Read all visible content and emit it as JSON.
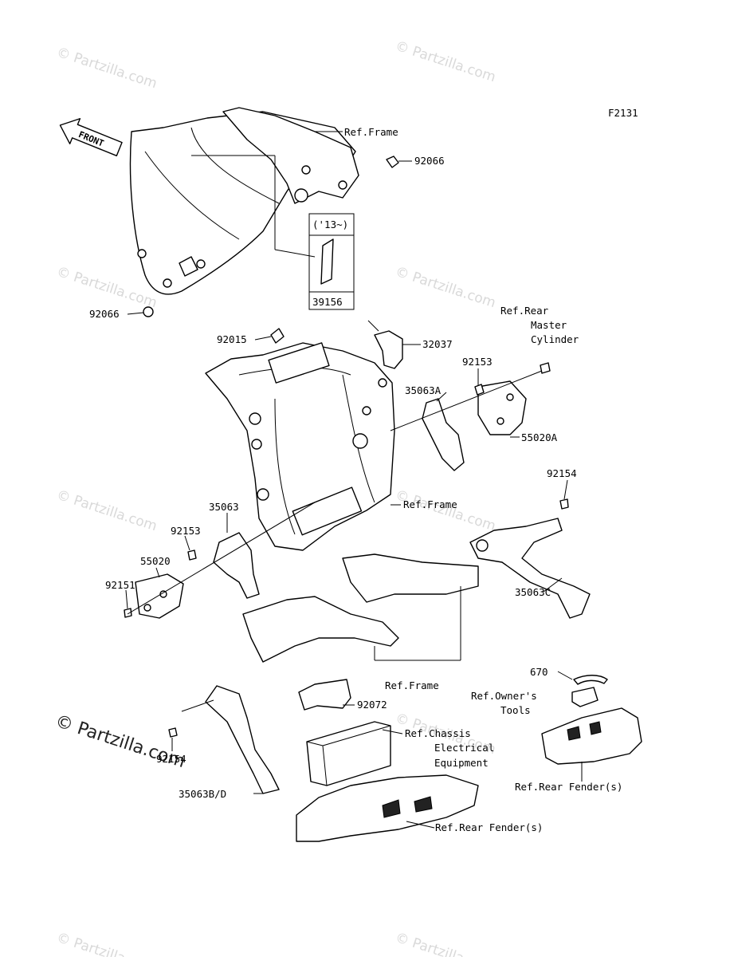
{
  "diagram_code": "F2131",
  "front_arrow": "FRONT",
  "watermark": "© Partzilla.com",
  "labels": {
    "ref_frame_top": "Ref.Frame",
    "p92066_a": "92066",
    "p92066_b": "92066",
    "decal_year": "('13~)",
    "p39156": "39156",
    "ref_rear_master": "Ref.Rear",
    "ref_rear_master_2": "Master",
    "ref_rear_master_3": "Cylinder",
    "p92015": "92015",
    "p32037": "32037",
    "p92153_a": "92153",
    "p35063A": "35063A",
    "p55020A": "55020A",
    "p92154_a": "92154",
    "ref_frame_mid": "Ref.Frame",
    "p35063": "35063",
    "p92153_b": "92153",
    "p55020": "55020",
    "p92151": "92151",
    "p35063C": "35063C",
    "p670": "670",
    "ref_owners": "Ref.Owner's",
    "ref_owners_2": "Tools",
    "ref_frame_low": "Ref.Frame",
    "p92072": "92072",
    "ref_chassis": "Ref.Chassis",
    "ref_chassis_2": "Electrical",
    "ref_chassis_3": "Equipment",
    "p92154_b": "92154",
    "p35063BD": "35063B/D",
    "ref_rear_fender_right": "Ref.Rear Fender(s)",
    "ref_rear_fender_bottom": "Ref.Rear Fender(s)"
  }
}
